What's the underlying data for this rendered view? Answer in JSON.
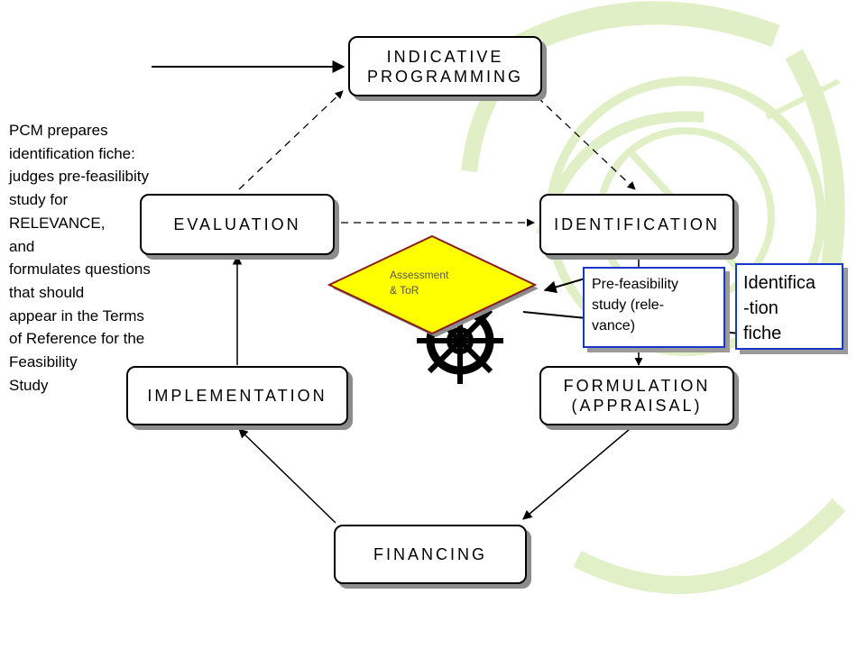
{
  "boxes": {
    "indicative": [
      "INDICATIVE",
      "PROGRAMMING"
    ],
    "identification": "IDENTIFICATION",
    "evaluation": "EVALUATION",
    "implementation": "IMPLEMENTATION",
    "formulation": [
      "FORMULATION",
      "(APPRAISAL)"
    ],
    "financing": "FINANCING"
  },
  "diamond": {
    "lines": [
      "Assessment",
      "& ToR"
    ],
    "fill": "#ffff00",
    "border": "#8b1a1a"
  },
  "sidenote": {
    "lines": [
      "PCM prepares",
      "identification fiche:",
      "judges pre-feasilibity",
      "study for",
      "RELEVANCE,",
      "and",
      "formulates questions",
      "that should",
      "appear in the Terms",
      "of Reference for the",
      "Feasibility",
      "Study"
    ]
  },
  "docs": {
    "prefeasibility": [
      "Pre-feasibility",
      "study (rele-",
      "vance)"
    ],
    "fiche": [
      "Identifica",
      "-tion",
      "fiche"
    ]
  },
  "colors": {
    "doc_border": "#1a36c8",
    "shadow": "#8c8c8c",
    "watermark": "#d9ecb8"
  }
}
